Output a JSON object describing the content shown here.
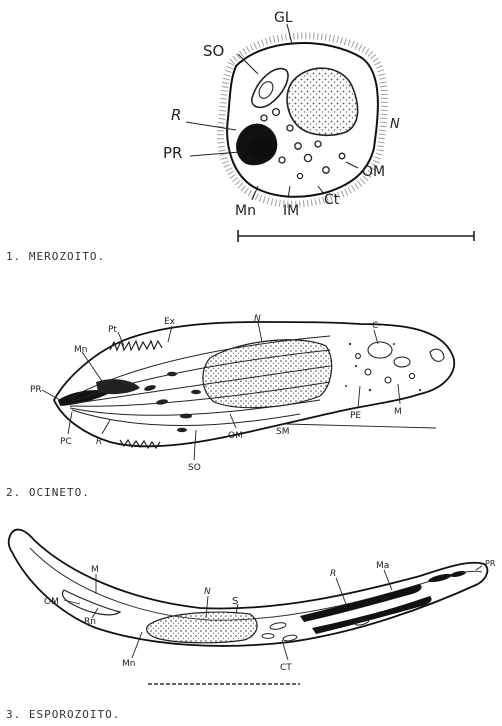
{
  "figures": [
    {
      "caption": "1. MEROZOITO.",
      "labels": {
        "gl": "GL",
        "so": "SO",
        "r": "R",
        "pr": "PR",
        "n": "N",
        "om": "OM",
        "mn": "Mn",
        "im": "IM",
        "ct": "Ct"
      }
    },
    {
      "caption": "2. OCINETO.",
      "labels": {
        "ex": "Ex",
        "pt": "Pt",
        "n": "N",
        "c": "C",
        "mn": "Mn",
        "pr": "PR",
        "pc": "PC",
        "r": "R",
        "so": "SO",
        "om": "OM",
        "sm": "SM",
        "pe": "PE",
        "m": "M"
      }
    },
    {
      "caption": "3. ESPOROZOITO.",
      "labels": {
        "m": "M",
        "om": "OM",
        "rn": "Rn",
        "mn": "Mn",
        "n": "N",
        "s": "S",
        "r": "R",
        "ma": "Ma",
        "pr": "PR",
        "ct": "CT"
      }
    }
  ]
}
